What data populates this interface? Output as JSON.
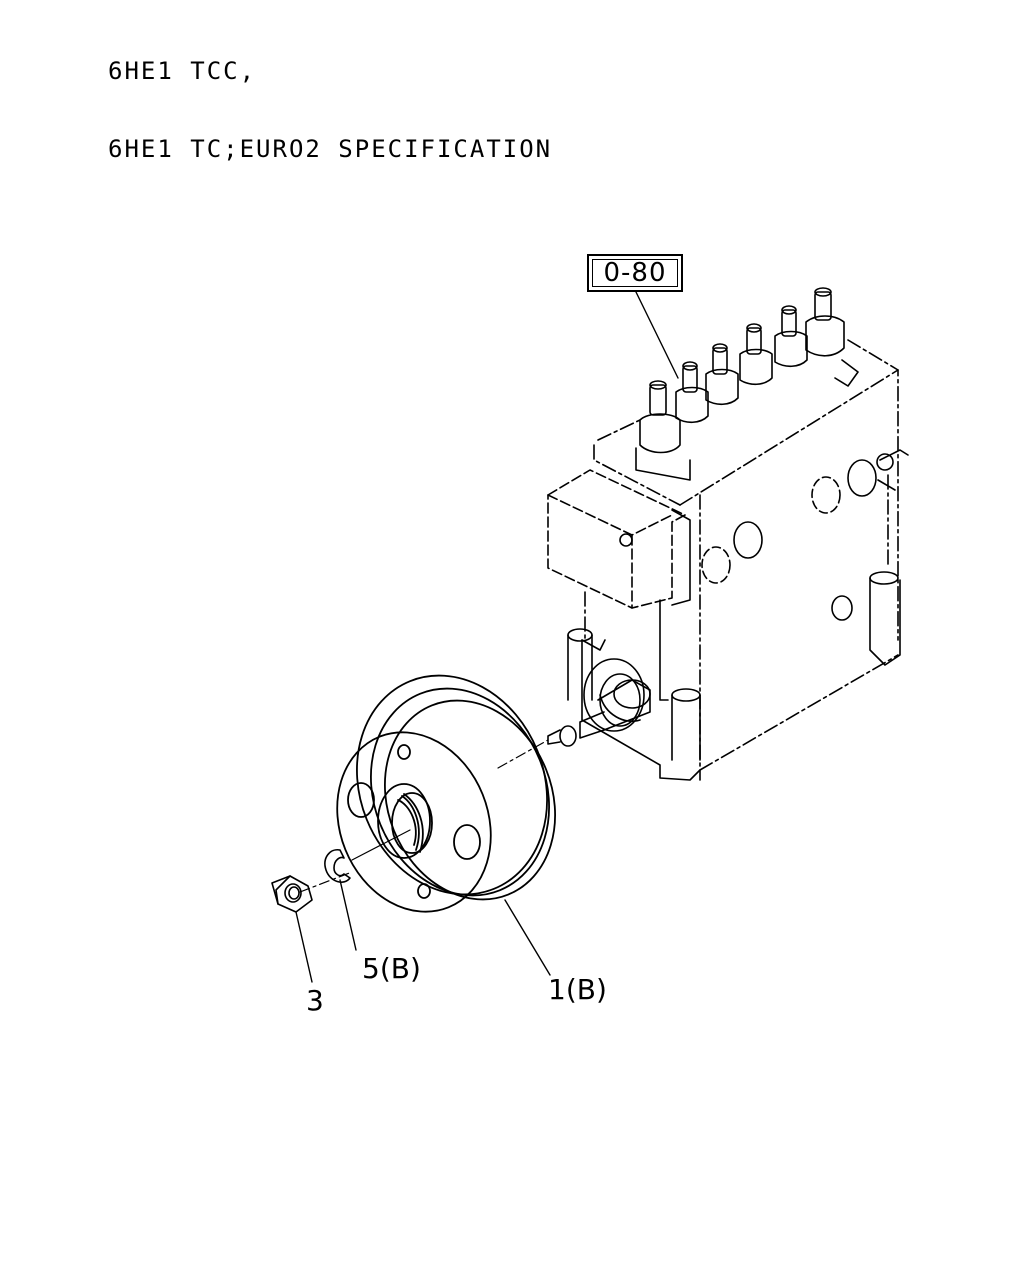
{
  "header": {
    "line1": "6HE1 TCC,",
    "line2": "6HE1 TC;EURO2 SPECIFICATION"
  },
  "reference": {
    "label": "0-80"
  },
  "callouts": {
    "part1": "1(B)",
    "part3": "3",
    "part5": "5(B)"
  },
  "colors": {
    "line": "#000000",
    "background": "#ffffff"
  }
}
